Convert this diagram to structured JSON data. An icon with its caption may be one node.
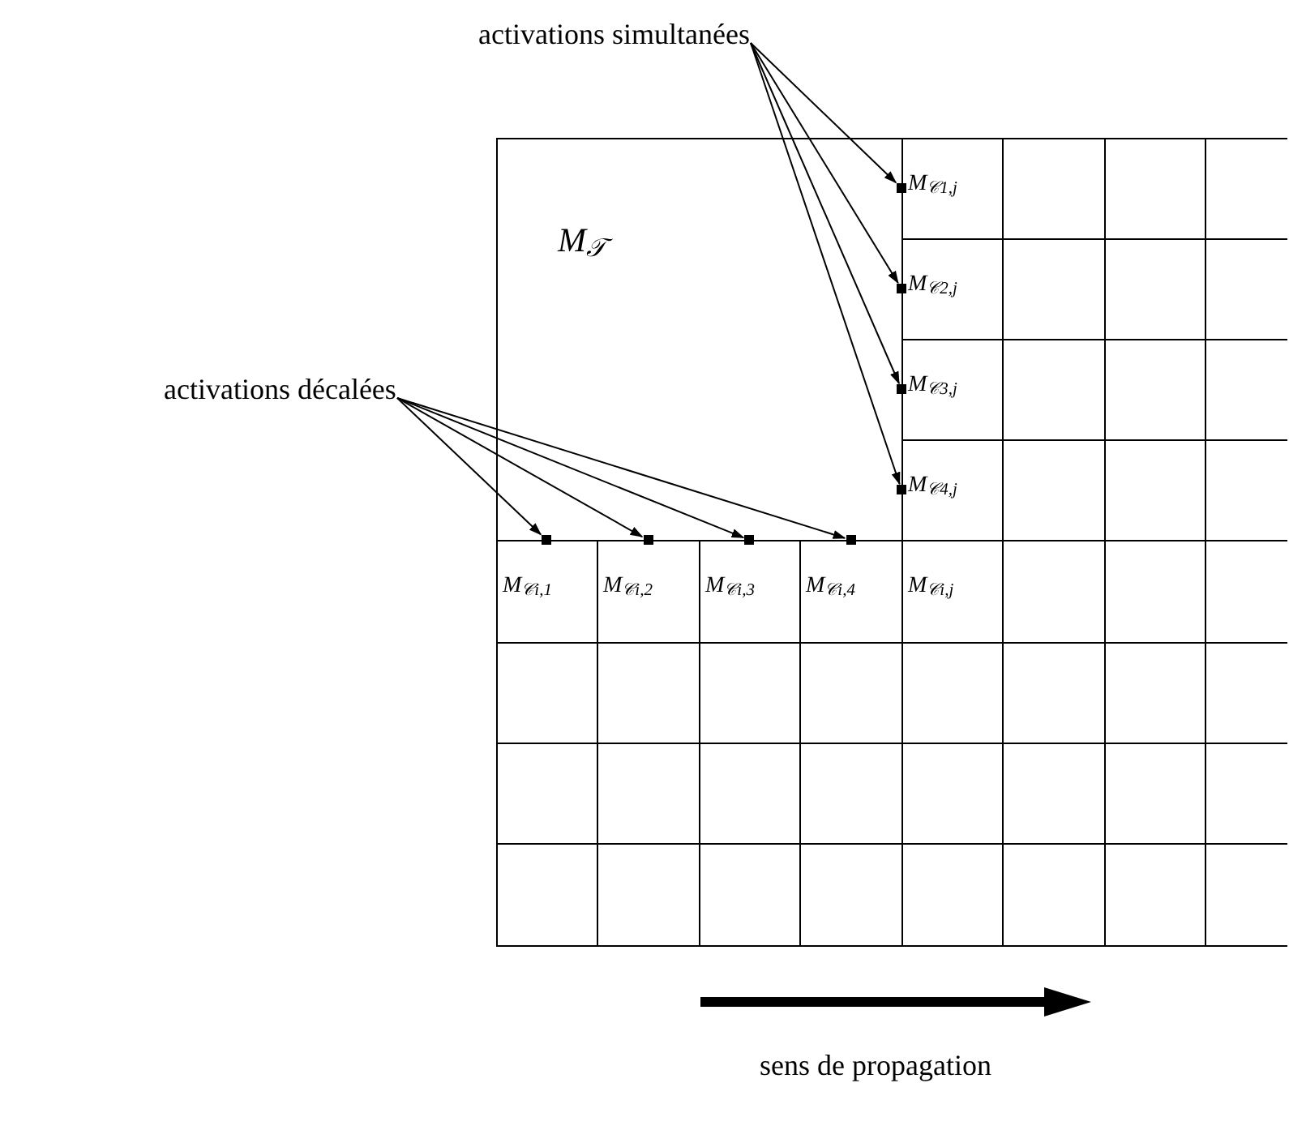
{
  "diagram": {
    "nodes": [
      {
        "text": [
          "activations simultanées"
        ]
      },
      {
        "text": [
          "activations décalées"
        ]
      },
      {
        "text": [
          "M$_{𝒯}$"
        ]
      },
      {
        "text": [
          "M$_{𝒞1,j}$"
        ]
      },
      {
        "text": [],
        "shape": "box"
      },
      {
        "text": [],
        "shape": "box"
      },
      {
        "text": [],
        "shape": "box"
      },
      {
        "text": [
          "M$_{𝒞2,j}$"
        ]
      },
      {
        "text": [],
        "shape": "box"
      },
      {
        "text": [],
        "shape": "box"
      },
      {
        "text": [],
        "shape": "box"
      },
      {
        "text": [
          "M$_{𝒞3,j}$"
        ]
      },
      {
        "text": [],
        "shape": "box"
      },
      {
        "text": [],
        "shape": "box"
      },
      {
        "text": [],
        "shape": "box"
      },
      {
        "text": [
          "M$_{𝒞4,j}$"
        ]
      },
      {
        "text": [],
        "shape": "box"
      },
      {
        "text": [],
        "shape": "box"
      },
      {
        "text": [],
        "shape": "box"
      },
      {
        "text": [
          "M$_{𝒞i,1}$"
        ]
      },
      {
        "text": [
          "M$_{𝒞i,2}$"
        ]
      },
      {
        "text": [
          "M$_{𝒞i,3}$"
        ]
      },
      {
        "text": [
          "M$_{𝒞i,4}$"
        ]
      },
      {
        "text": [
          "M$_{𝒞i,j}$"
        ]
      },
      {
        "text": [],
        "shape": "box"
      },
      {
        "text": [],
        "shape": "box"
      },
      {
        "text": [],
        "shape": "box"
      },
      {
        "text": [],
        "shape": "box"
      },
      {
        "text": [],
        "shape": "box"
      },
      {
        "text": [],
        "shape": "box"
      },
      {
        "text": [],
        "shape": "box"
      },
      {
        "text": [],
        "shape": "box"
      },
      {
        "text": [],
        "shape": "box"
      },
      {
        "text": [],
        "shape": "box"
      },
      {
        "text": [],
        "shape": "box"
      },
      {
        "text": [],
        "shape": "box"
      },
      {
        "text": [],
        "shape": "box"
      },
      {
        "text": [],
        "shape": "box"
      },
      {
        "text": [],
        "shape": "box"
      },
      {
        "text": [],
        "shape": "box"
      },
      {
        "text": [],
        "shape": "box"
      },
      {
        "text": [],
        "shape": "box"
      },
      {
        "text": [],
        "shape": "box"
      },
      {
        "text": [],
        "shape": "box"
      },
      {
        "text": [],
        "shape": "box"
      },
      {
        "text": [],
        "shape": "box"
      },
      {
        "text": [],
        "shape": "box"
      },
      {
        "text": [],
        "shape": "box"
      },
      {
        "text": [],
        "shape": "box"
      },
      {
        "text": [],
        "shape": "box"
      },
      {
        "text": [],
        "shape": "box"
      },
      {
        "text": [],
        "shape": "box"
      },
      {
        "text": [],
        "shape": "box"
      },
      {
        "text": [],
        "shape": "box"
      },
      {
        "text": [],
        "shape": "box"
      },
      {
        "text": [],
        "shape": "box"
      },
      {
        "text": [],
        "shape": "box"
      },
      {
        "text": [],
        "shape": "box"
      },
      {
        "text": [],
        "shape": "box"
      }
    ],
    "edges": [
      {
        "from": 0,
        "to": 51,
        "arrow": "to"
      },
      {
        "from": 0,
        "to": 52,
        "arrow": "to"
      },
      {
        "from": 0,
        "to": 53,
        "arrow": "to"
      },
      {
        "from": 0,
        "to": 54,
        "arrow": "to"
      },
      {
        "from": 1,
        "to": 55,
        "arrow": "to"
      },
      {
        "from": 1,
        "to": 56,
        "arrow": "to"
      },
      {
        "from": 1,
        "to": 57,
        "arrow": "to"
      },
      {
        "from": 1,
        "to": 58,
        "arrow": "to"
      }
    ],
    "labels": [
      "sens de propagation"
    ]
  }
}
